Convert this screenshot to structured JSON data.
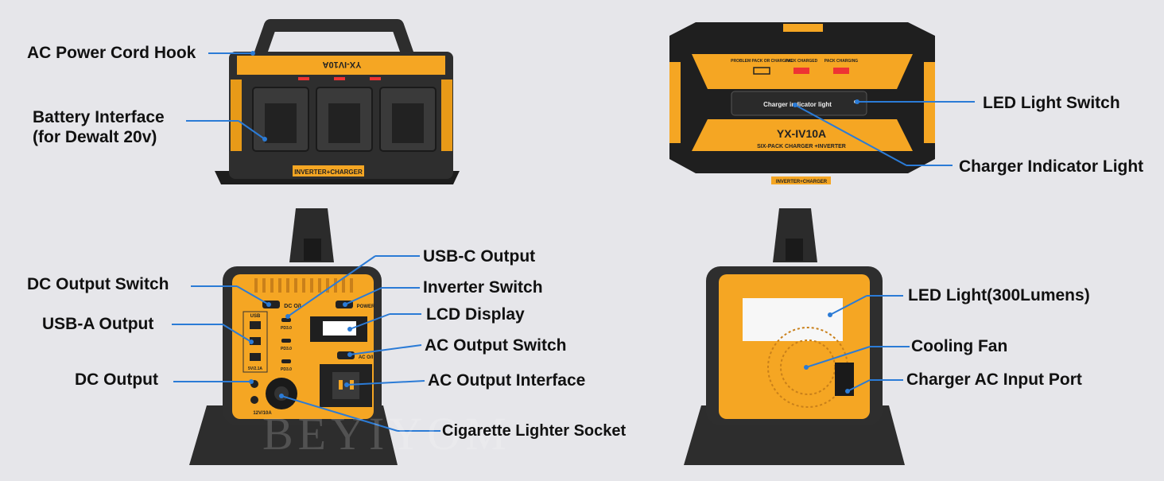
{
  "callouts": {
    "ac_power_cord_hook": "AC Power Cord Hook",
    "battery_interface_line1": "Battery Interface",
    "battery_interface_line2": "(for Dewalt 20v)",
    "led_light_switch": "LED Light Switch",
    "charger_indicator_light": "Charger Indicator Light",
    "usb_c_output": "USB-C Output",
    "dc_output_switch": "DC Output Switch",
    "inverter_switch": "Inverter Switch",
    "usb_a_output": "USB-A Output",
    "lcd_display": "LCD Display",
    "ac_output_switch": "AC Output Switch",
    "dc_output": "DC Output",
    "ac_output_interface": "AC Output Interface",
    "cigarette_lighter_socket": "Cigarette Lighter Socket",
    "led_light": "LED Light(300Lumens)",
    "cooling_fan": "Cooling Fan",
    "charger_ac_input_port": "Charger AC Input Port"
  },
  "device_labels": {
    "model_name": "YX-IV10A",
    "model_name_flipped": "YX-IV10A",
    "model_subtitle": "SIX-PACK CHARGER +INVERTER",
    "badge": "INVERTER+CHARGER",
    "indicator_panel": "Charger indicator light",
    "dc_switch_label": "DC O/I",
    "power_label": "POWER",
    "ac_switch_label": "AC O/I",
    "usb_label": "USB",
    "usb_spec": "5V/2.1A",
    "pd_1": "PD3.0",
    "pd_2": "PD3.0",
    "pd_3": "PD3.0",
    "dc_out_spec": "12V/10A",
    "status_1": "PROBLEM PACK OR CHARGING",
    "status_2": "PACK CHARGED",
    "status_3": "PACK CHARGING",
    "watermark": "BEYIYOM"
  },
  "colors": {
    "accent_yellow": "#f5a623",
    "body_dark": "#2b2b2b",
    "callout_line": "#2b7bd6"
  }
}
